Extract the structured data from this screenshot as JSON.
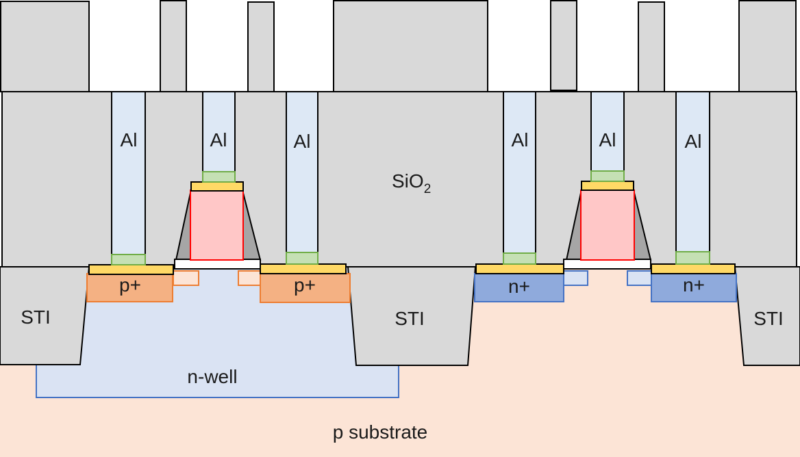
{
  "labels": {
    "al": "Al",
    "sio2_base": "SiO",
    "sio2_sub": "2",
    "p_plus": "p+",
    "n_plus": "n+",
    "sti": "STI",
    "n_well": "n-well",
    "p_substrate": "p substrate"
  },
  "colors": {
    "substrate": "#fce4d6",
    "n_well": "#dae3f3",
    "n_well_border": "#4472c4",
    "oxide": "#d9d9d9",
    "oxide_border": "#000000",
    "aluminum": "#dde8f5",
    "barrier": "#c5e0b4",
    "barrier_border": "#70ad47",
    "silicide": "#ffd966",
    "p_plus": "#f4b183",
    "p_plus_border": "#ed7d31",
    "n_plus": "#8faadc",
    "n_plus_border": "#4472c4",
    "gate": "#ffc7c7",
    "gate_border": "#ff0000",
    "spacer": "#a6a6a6"
  }
}
